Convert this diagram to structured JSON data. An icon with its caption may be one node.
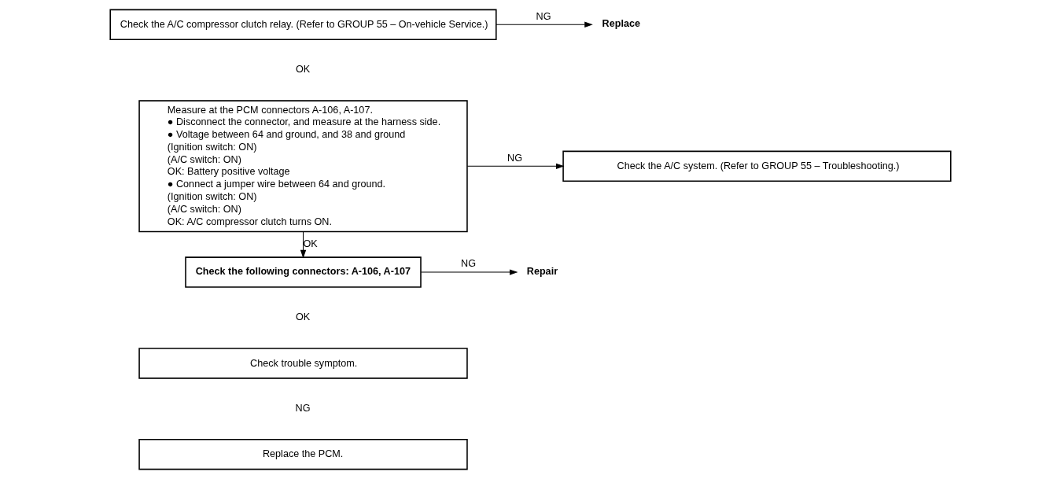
{
  "diagram": {
    "nodes": [
      {
        "text": [
          "Check the A/C compressor clutch relay. (Refer to GROUP 55 – On-vehicle Service.)"
        ]
      },
      {
        "text": [
          "Replace"
        ]
      },
      {
        "text": [
          "Measure at the PCM connectors A-106, A-107.",
          "● Disconnect the connector, and measure at the harness side.",
          "● Voltage between 64 and ground, and 38 and ground",
          "(Ignition switch: ON)",
          "(A/C switch: ON)",
          "OK: Battery positive voltage",
          "● Connect a jumper wire between 64 and ground.",
          "(Ignition switch: ON)",
          "(A/C switch: ON)",
          "OK: A/C compressor clutch turns ON."
        ]
      },
      {
        "text": [
          "Check the A/C system. (Refer to GROUP 55 – Troubleshooting.)"
        ]
      },
      {
        "text": [
          "Check the following connectors: A-106, A-107"
        ]
      },
      {
        "text": [
          "Repair"
        ]
      },
      {
        "text": [
          "Check trouble symptom."
        ]
      },
      {
        "text": [
          "Replace the PCM."
        ]
      }
    ],
    "edges": [
      {
        "from": 0,
        "to": 1,
        "arrow": "to",
        "label": "NG"
      },
      {
        "from": 2,
        "to": 3,
        "arrow": "to",
        "label": "NG"
      },
      {
        "from": 2,
        "to": 4,
        "arrow": "to",
        "label": "OK"
      },
      {
        "from": 4,
        "to": 5,
        "arrow": "to",
        "label": "NG"
      }
    ],
    "labels": [
      "OK",
      "OK",
      "NG"
    ]
  }
}
